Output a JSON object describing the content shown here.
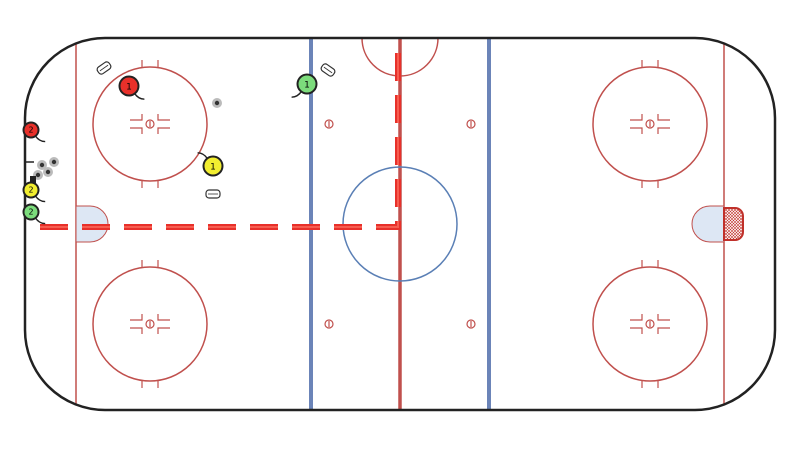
{
  "diagram": {
    "type": "hockey-rink-drill",
    "colors": {
      "ice": "#ffffff",
      "boards": "#222222",
      "red_line": "#c0504d",
      "blue_line": "#6b84b8",
      "circle": "#c0504d",
      "center_circle": "#5a7fb5",
      "crease": "#dde7f4",
      "path": "#e8302a",
      "puck": "#555555"
    },
    "players": [
      {
        "label": "1",
        "team_color": "#e8302a"
      },
      {
        "label": "1",
        "team_color": "#7cdc7c"
      },
      {
        "label": "1",
        "team_color": "#f2ee30"
      },
      {
        "label": "2",
        "team_color": "#e8302a"
      },
      {
        "label": "2",
        "team_color": "#f2ee30"
      },
      {
        "label": "2",
        "team_color": "#7cdc7c"
      }
    ],
    "icons": [
      "player-icon",
      "puck-icon",
      "pylon-icon",
      "net-icon",
      "skate-path-icon"
    ]
  }
}
